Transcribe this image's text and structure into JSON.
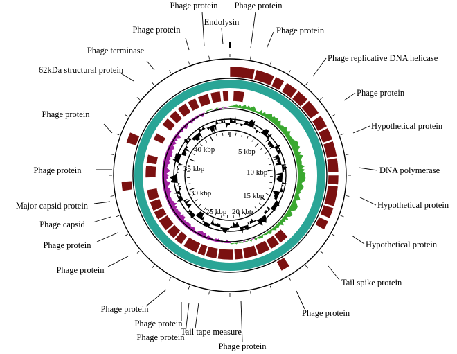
{
  "colors": {
    "background": "#ffffff",
    "ring": "#000000",
    "gene": "#7b1111",
    "backbone": "#2aa596",
    "gc_high": "#3aa830",
    "gc_low": "#a020a0",
    "gc_content": "#000000"
  },
  "genome_length_kbp": 43.2,
  "scale_labels": [
    "5 kbp",
    "10 kbp",
    "15 kbp",
    "20 kbp",
    "25 kbp",
    "30 kbp",
    "35 kbp",
    "40 kbp"
  ],
  "annotations": [
    {
      "text": "Phage protein"
    },
    {
      "text": "Endolysin"
    },
    {
      "text": "Phage protein"
    },
    {
      "text": "Phage protein"
    },
    {
      "text": "Phage replicative DNA helicase"
    },
    {
      "text": "Phage protein"
    },
    {
      "text": "Hypothetical protein"
    },
    {
      "text": "DNA polymerase"
    },
    {
      "text": "Hypothetical protein"
    },
    {
      "text": "Hypothetical protein"
    },
    {
      "text": "Tail spike protein"
    },
    {
      "text": "Phage protein"
    },
    {
      "text": "Phage protein"
    },
    {
      "text": "Tail tape measure"
    },
    {
      "text": "Phage protein"
    },
    {
      "text": "Phage protein"
    },
    {
      "text": "Phage protein"
    },
    {
      "text": "Phage protein"
    },
    {
      "text": "Phage protein"
    },
    {
      "text": "Phage capsid"
    },
    {
      "text": "Major capsid protein"
    },
    {
      "text": "Phage protein"
    },
    {
      "text": "Phage protein"
    },
    {
      "text": "62kDa structural protein"
    },
    {
      "text": "Phage terminase"
    },
    {
      "text": "Phage protein"
    }
  ],
  "outer_genes_kbp": [
    [
      0.0,
      1.6
    ],
    [
      1.7,
      2.9
    ],
    [
      3.0,
      3.6
    ],
    [
      3.8,
      4.6
    ],
    [
      4.7,
      5.5
    ],
    [
      5.6,
      6.6
    ],
    [
      6.8,
      7.6
    ],
    [
      7.7,
      8.5
    ],
    [
      8.6,
      9.6
    ],
    [
      9.7,
      10.6
    ],
    [
      10.8,
      11.4
    ],
    [
      11.5,
      12.8
    ],
    [
      12.9,
      13.6
    ],
    [
      13.8,
      14.4
    ],
    [
      17.6,
      18.2
    ],
    [
      31.4,
      32.0
    ],
    [
      34.5,
      35.2
    ]
  ],
  "inner_genes_kbp": [
    [
      0.3,
      1.2
    ],
    [
      16.4,
      17.2
    ],
    [
      17.3,
      18.1
    ],
    [
      18.2,
      19.2
    ],
    [
      19.3,
      20.4
    ],
    [
      20.5,
      21.2
    ],
    [
      21.3,
      22.6
    ],
    [
      22.7,
      23.6
    ],
    [
      23.7,
      24.3
    ],
    [
      24.4,
      25.6
    ],
    [
      25.8,
      26.5
    ],
    [
      26.6,
      27.4
    ],
    [
      27.5,
      28.5
    ],
    [
      28.6,
      29.3
    ],
    [
      29.4,
      30.2
    ],
    [
      30.3,
      31.2
    ],
    [
      32.2,
      33.2
    ],
    [
      33.4,
      34.1
    ],
    [
      35.4,
      36.0
    ],
    [
      36.8,
      37.5
    ],
    [
      37.7,
      38.4
    ],
    [
      38.6,
      39.4
    ],
    [
      39.6,
      40.3
    ],
    [
      40.5,
      41.4
    ],
    [
      41.6,
      42.4
    ],
    [
      42.6,
      43.1
    ]
  ]
}
